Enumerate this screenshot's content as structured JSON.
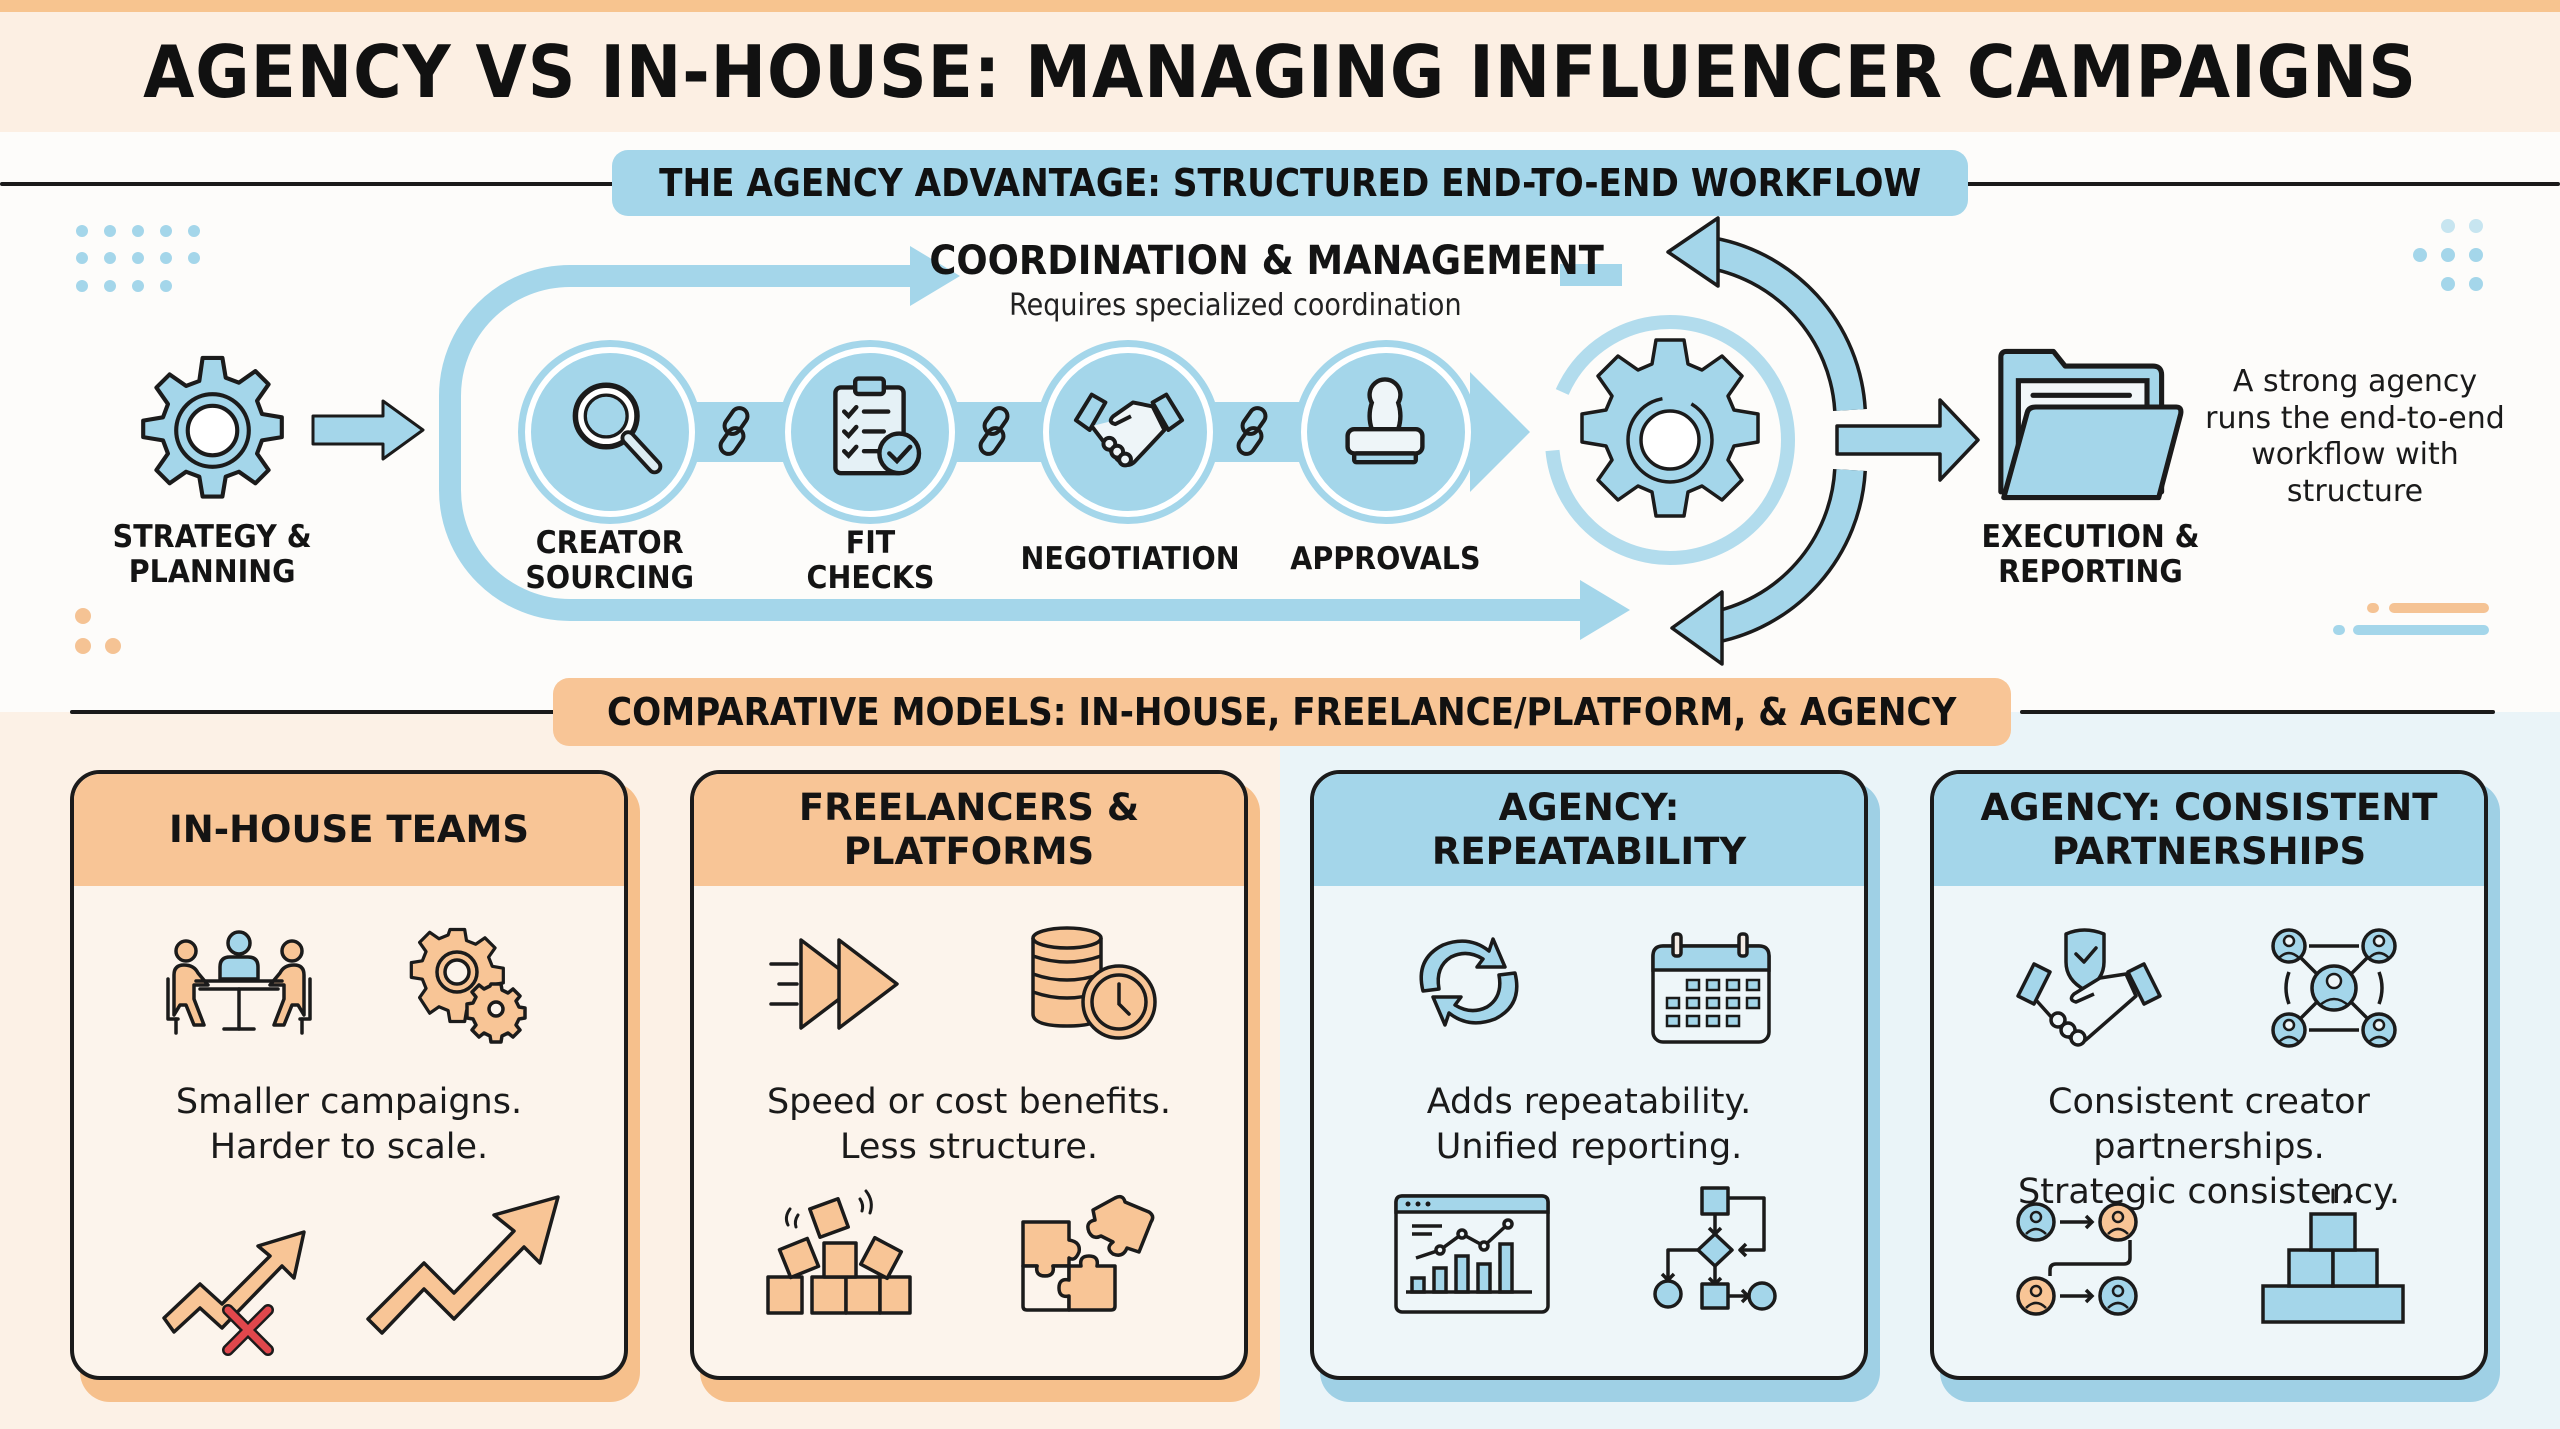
{
  "title": "AGENCY VS IN-HOUSE: MANAGING INFLUENCER CAMPAIGNS",
  "colors": {
    "accent_blue": "#a4d6ea",
    "accent_orange": "#f8c596",
    "outline": "#1b1b1b",
    "error_red": "#e0474c"
  },
  "workflow": {
    "section_label": "THE AGENCY ADVANTAGE: STRUCTURED END-TO-END WORKFLOW",
    "start": {
      "label": "STRATEGY &\nPLANNING",
      "icon": "gear-icon"
    },
    "coordination": {
      "title": "COORDINATION & MANAGEMENT",
      "subtitle": "Requires specialized coordination"
    },
    "steps": [
      {
        "label": "CREATOR\nSOURCING",
        "icon": "magnifier-icon"
      },
      {
        "label": "FIT\nCHECKS",
        "icon": "clipboard-check-icon"
      },
      {
        "label": "NEGOTIATION",
        "icon": "handshake-icon"
      },
      {
        "label": "APPROVALS",
        "icon": "stamp-icon"
      }
    ],
    "connector_icon": "chain-link-icon",
    "hub_icon": "cycle-gear-icon",
    "end": {
      "label": "EXECUTION &\nREPORTING",
      "icon": "folder-icon"
    },
    "note": "A strong agency\nruns the end-to-end\nworkflow with\nstructure"
  },
  "comparison": {
    "section_label": "COMPARATIVE MODELS: IN-HOUSE, FREELANCE/PLATFORM, & AGENCY",
    "cards": [
      {
        "title": "IN-HOUSE TEAMS",
        "theme": "orange",
        "description": "Smaller campaigns.\nHarder to scale.",
        "icons": [
          "team-meeting-icon",
          "gears-icon",
          "blocked-growth-icon",
          "growth-arrow-icon"
        ]
      },
      {
        "title": "FREELANCERS &\nPLATFORMS",
        "theme": "orange",
        "description": "Speed or cost benefits.\nLess structure.",
        "icons": [
          "fast-forward-icon",
          "coins-clock-icon",
          "unstable-blocks-icon",
          "puzzle-icon"
        ]
      },
      {
        "title": "AGENCY:\nREPEATABILITY",
        "theme": "blue",
        "description": "Adds repeatability.\nUnified reporting.",
        "icons": [
          "refresh-cycle-icon",
          "calendar-icon",
          "dashboard-chart-icon",
          "flowchart-icon"
        ]
      },
      {
        "title": "AGENCY: CONSISTENT\nPARTNERSHIPS",
        "theme": "blue",
        "description": "Consistent creator partnerships.\nStrategic consistency.",
        "icons": [
          "shield-handshake-icon",
          "network-people-icon",
          "creator-handoff-icon",
          "stacked-blocks-icon"
        ]
      }
    ]
  }
}
